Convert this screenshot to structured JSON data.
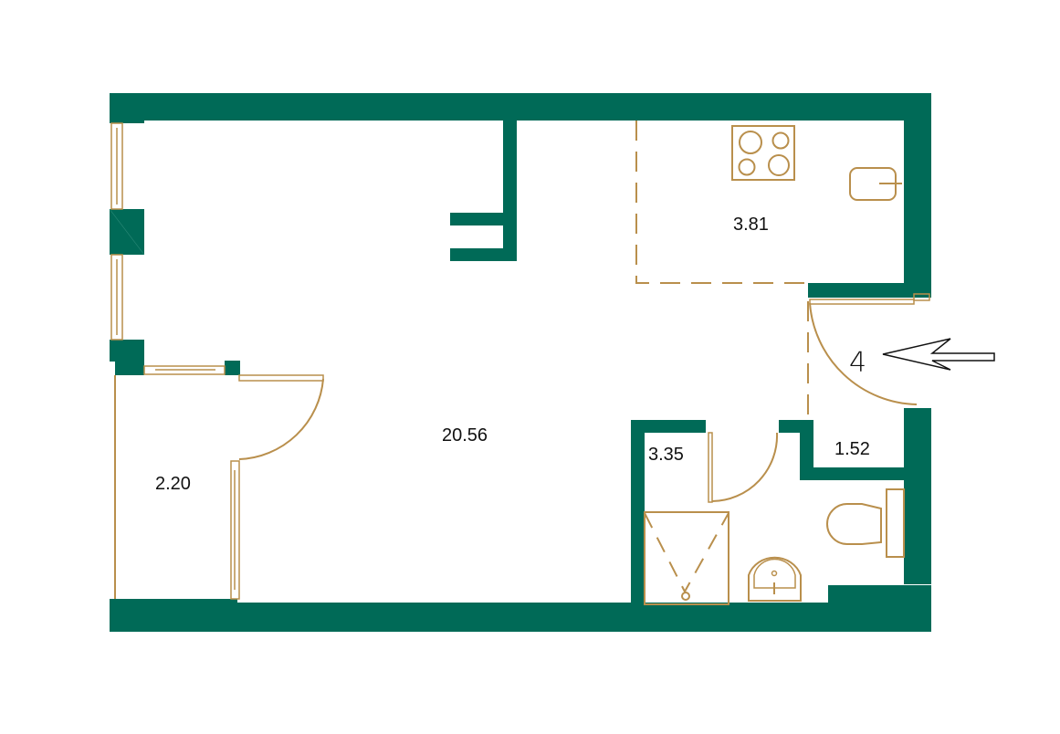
{
  "plan": {
    "type": "apartment floor plan",
    "apartment_number": "4",
    "entrance_marker": "entrance-arrow",
    "colors": {
      "wall": "#006a57",
      "fixtures": "#b98f4c",
      "text": "#111111",
      "background": "#ffffff"
    },
    "rooms": [
      {
        "id": "living",
        "area": "20.56"
      },
      {
        "id": "kitchen",
        "area": "3.81"
      },
      {
        "id": "bathroom",
        "area": "3.35"
      },
      {
        "id": "hallway",
        "area": "1.52"
      },
      {
        "id": "balcony",
        "area": "2.20"
      }
    ],
    "fixtures": [
      "stove",
      "kitchen-sink",
      "shower-tray",
      "washbasin",
      "toilet"
    ]
  }
}
